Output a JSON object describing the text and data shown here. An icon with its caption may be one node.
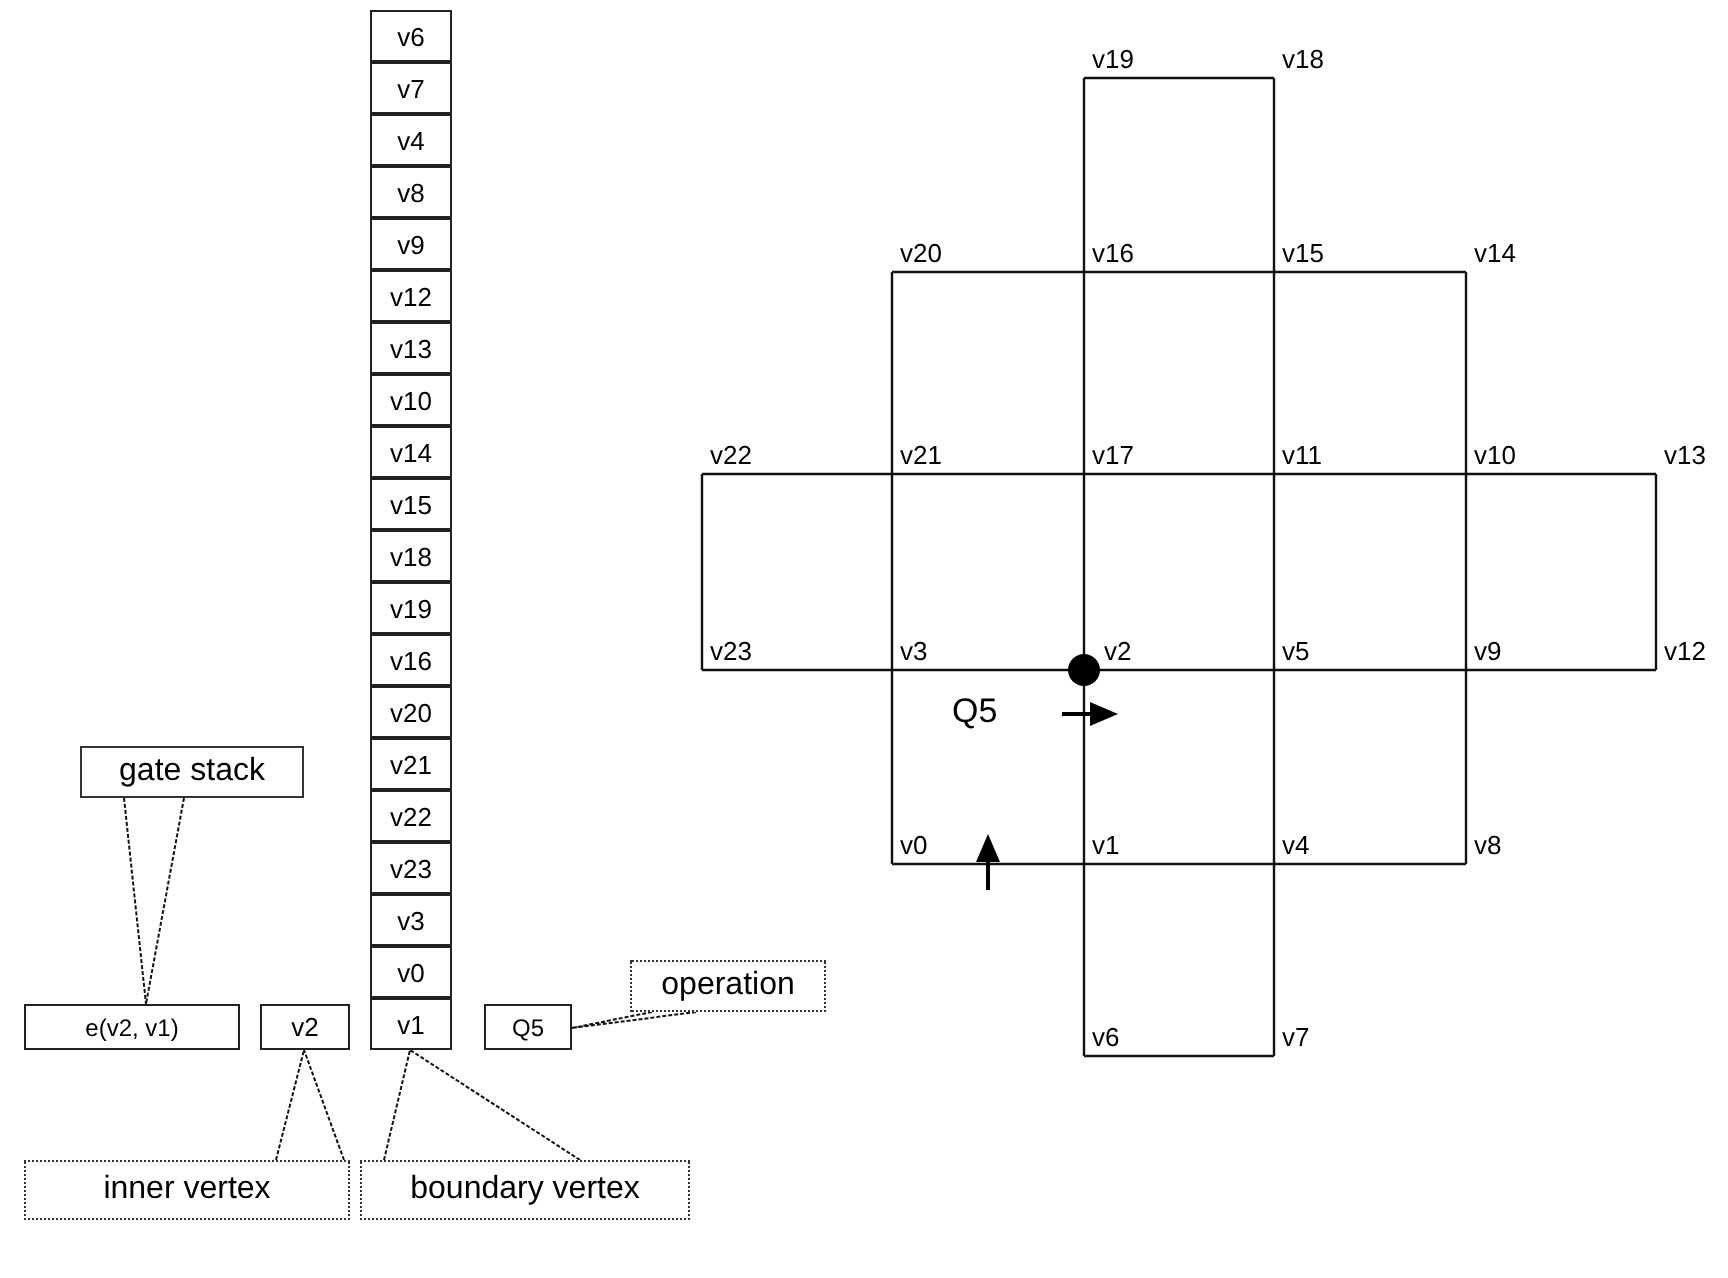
{
  "diagram": {
    "nodes": [
      {
        "text": [
          "v6"
        ]
      },
      {
        "text": [
          "v7"
        ]
      },
      {
        "text": [
          "v4"
        ]
      },
      {
        "text": [
          "v8"
        ]
      },
      {
        "text": [
          "v9"
        ]
      },
      {
        "text": [
          "v12"
        ]
      },
      {
        "text": [
          "v13"
        ]
      },
      {
        "text": [
          "v10"
        ]
      },
      {
        "text": [
          "v14"
        ]
      },
      {
        "text": [
          "v15"
        ]
      },
      {
        "text": [
          "v18"
        ]
      },
      {
        "text": [
          "v19"
        ]
      },
      {
        "text": [
          "v16"
        ]
      },
      {
        "text": [
          "v20"
        ]
      },
      {
        "text": [
          "v21"
        ]
      },
      {
        "text": [
          "v22"
        ]
      },
      {
        "text": [
          "v23"
        ]
      },
      {
        "text": [
          "v3"
        ]
      },
      {
        "text": [
          "v0"
        ]
      },
      {
        "text": [
          "v1"
        ]
      },
      {
        "text": [
          "gate stack"
        ]
      },
      {
        "text": [
          "e(v2, v1)"
        ]
      },
      {
        "text": [
          "v2"
        ]
      },
      {
        "text": [
          "Q5"
        ]
      },
      {
        "text": [
          "operation"
        ]
      },
      {
        "text": [
          "inner vertex"
        ]
      },
      {
        "text": [
          "boundary vertex"
        ]
      },
      {
        "text": [
          "v19"
        ]
      },
      {
        "text": [
          "v18"
        ]
      },
      {
        "text": [
          "v20"
        ]
      },
      {
        "text": [
          "v16"
        ]
      },
      {
        "text": [
          "v15"
        ]
      },
      {
        "text": [
          "v14"
        ]
      },
      {
        "text": [
          "v22"
        ]
      },
      {
        "text": [
          "v21"
        ]
      },
      {
        "text": [
          "v17"
        ]
      },
      {
        "text": [
          "v11"
        ]
      },
      {
        "text": [
          "v10"
        ]
      },
      {
        "text": [
          "v13"
        ]
      },
      {
        "text": [
          "v23"
        ]
      },
      {
        "text": [
          "v3"
        ]
      },
      {
        "text": [
          "v2"
        ]
      },
      {
        "text": [
          "v5"
        ]
      },
      {
        "text": [
          "v9"
        ]
      },
      {
        "text": [
          "v12"
        ]
      },
      {
        "text": [
          "v0"
        ]
      },
      {
        "text": [
          "v1"
        ]
      },
      {
        "text": [
          "v4"
        ]
      },
      {
        "text": [
          "v8"
        ]
      },
      {
        "text": [
          "v6"
        ]
      },
      {
        "text": [
          "v7"
        ]
      }
    ],
    "edges": [
      {
        "from": 20,
        "to": 21,
        "arrow": "none",
        "style": "dashed"
      },
      {
        "from": 24,
        "to": 23,
        "arrow": "none",
        "style": "dashed"
      },
      {
        "from": 25,
        "to": 22,
        "arrow": "none",
        "style": "dashed"
      },
      {
        "from": 26,
        "to": 19,
        "arrow": "none",
        "style": "dashed"
      },
      {
        "from": 27,
        "to": 28,
        "arrow": "none"
      },
      {
        "from": 27,
        "to": 30,
        "arrow": "none"
      },
      {
        "from": 28,
        "to": 31,
        "arrow": "none"
      },
      {
        "from": 29,
        "to": 30,
        "arrow": "none"
      },
      {
        "from": 30,
        "to": 31,
        "arrow": "none"
      },
      {
        "from": 31,
        "to": 32,
        "arrow": "none"
      },
      {
        "from": 29,
        "to": 34,
        "arrow": "none"
      },
      {
        "from": 30,
        "to": 35,
        "arrow": "none"
      },
      {
        "from": 31,
        "to": 36,
        "arrow": "none"
      },
      {
        "from": 32,
        "to": 37,
        "arrow": "none"
      },
      {
        "from": 33,
        "to": 34,
        "arrow": "none"
      },
      {
        "from": 34,
        "to": 35,
        "arrow": "none"
      },
      {
        "from": 35,
        "to": 36,
        "arrow": "none"
      },
      {
        "from": 36,
        "to": 37,
        "arrow": "none"
      },
      {
        "from": 37,
        "to": 38,
        "arrow": "none"
      },
      {
        "from": 33,
        "to": 39,
        "arrow": "none"
      },
      {
        "from": 34,
        "to": 40,
        "arrow": "none"
      },
      {
        "from": 35,
        "to": 41,
        "arrow": "none"
      },
      {
        "from": 36,
        "to": 42,
        "arrow": "none"
      },
      {
        "from": 37,
        "to": 43,
        "arrow": "none"
      },
      {
        "from": 38,
        "to": 44,
        "arrow": "none"
      },
      {
        "from": 39,
        "to": 40,
        "arrow": "none"
      },
      {
        "from": 40,
        "to": 41,
        "arrow": "none"
      },
      {
        "from": 41,
        "to": 42,
        "arrow": "none"
      },
      {
        "from": 42,
        "to": 43,
        "arrow": "none"
      },
      {
        "from": 43,
        "to": 44,
        "arrow": "none"
      },
      {
        "from": 40,
        "to": 45,
        "arrow": "none"
      },
      {
        "from": 41,
        "to": 46,
        "arrow": "none"
      },
      {
        "from": 42,
        "to": 47,
        "arrow": "none"
      },
      {
        "from": 43,
        "to": 48,
        "arrow": "none"
      },
      {
        "from": 45,
        "to": 46,
        "arrow": "none"
      },
      {
        "from": 46,
        "to": 47,
        "arrow": "none"
      },
      {
        "from": 47,
        "to": 48,
        "arrow": "none"
      },
      {
        "from": 46,
        "to": 49,
        "arrow": "none"
      },
      {
        "from": 47,
        "to": 50,
        "arrow": "none"
      },
      {
        "from": 49,
        "to": 50,
        "arrow": "none"
      }
    ],
    "labels": [
      "Q5"
    ]
  }
}
